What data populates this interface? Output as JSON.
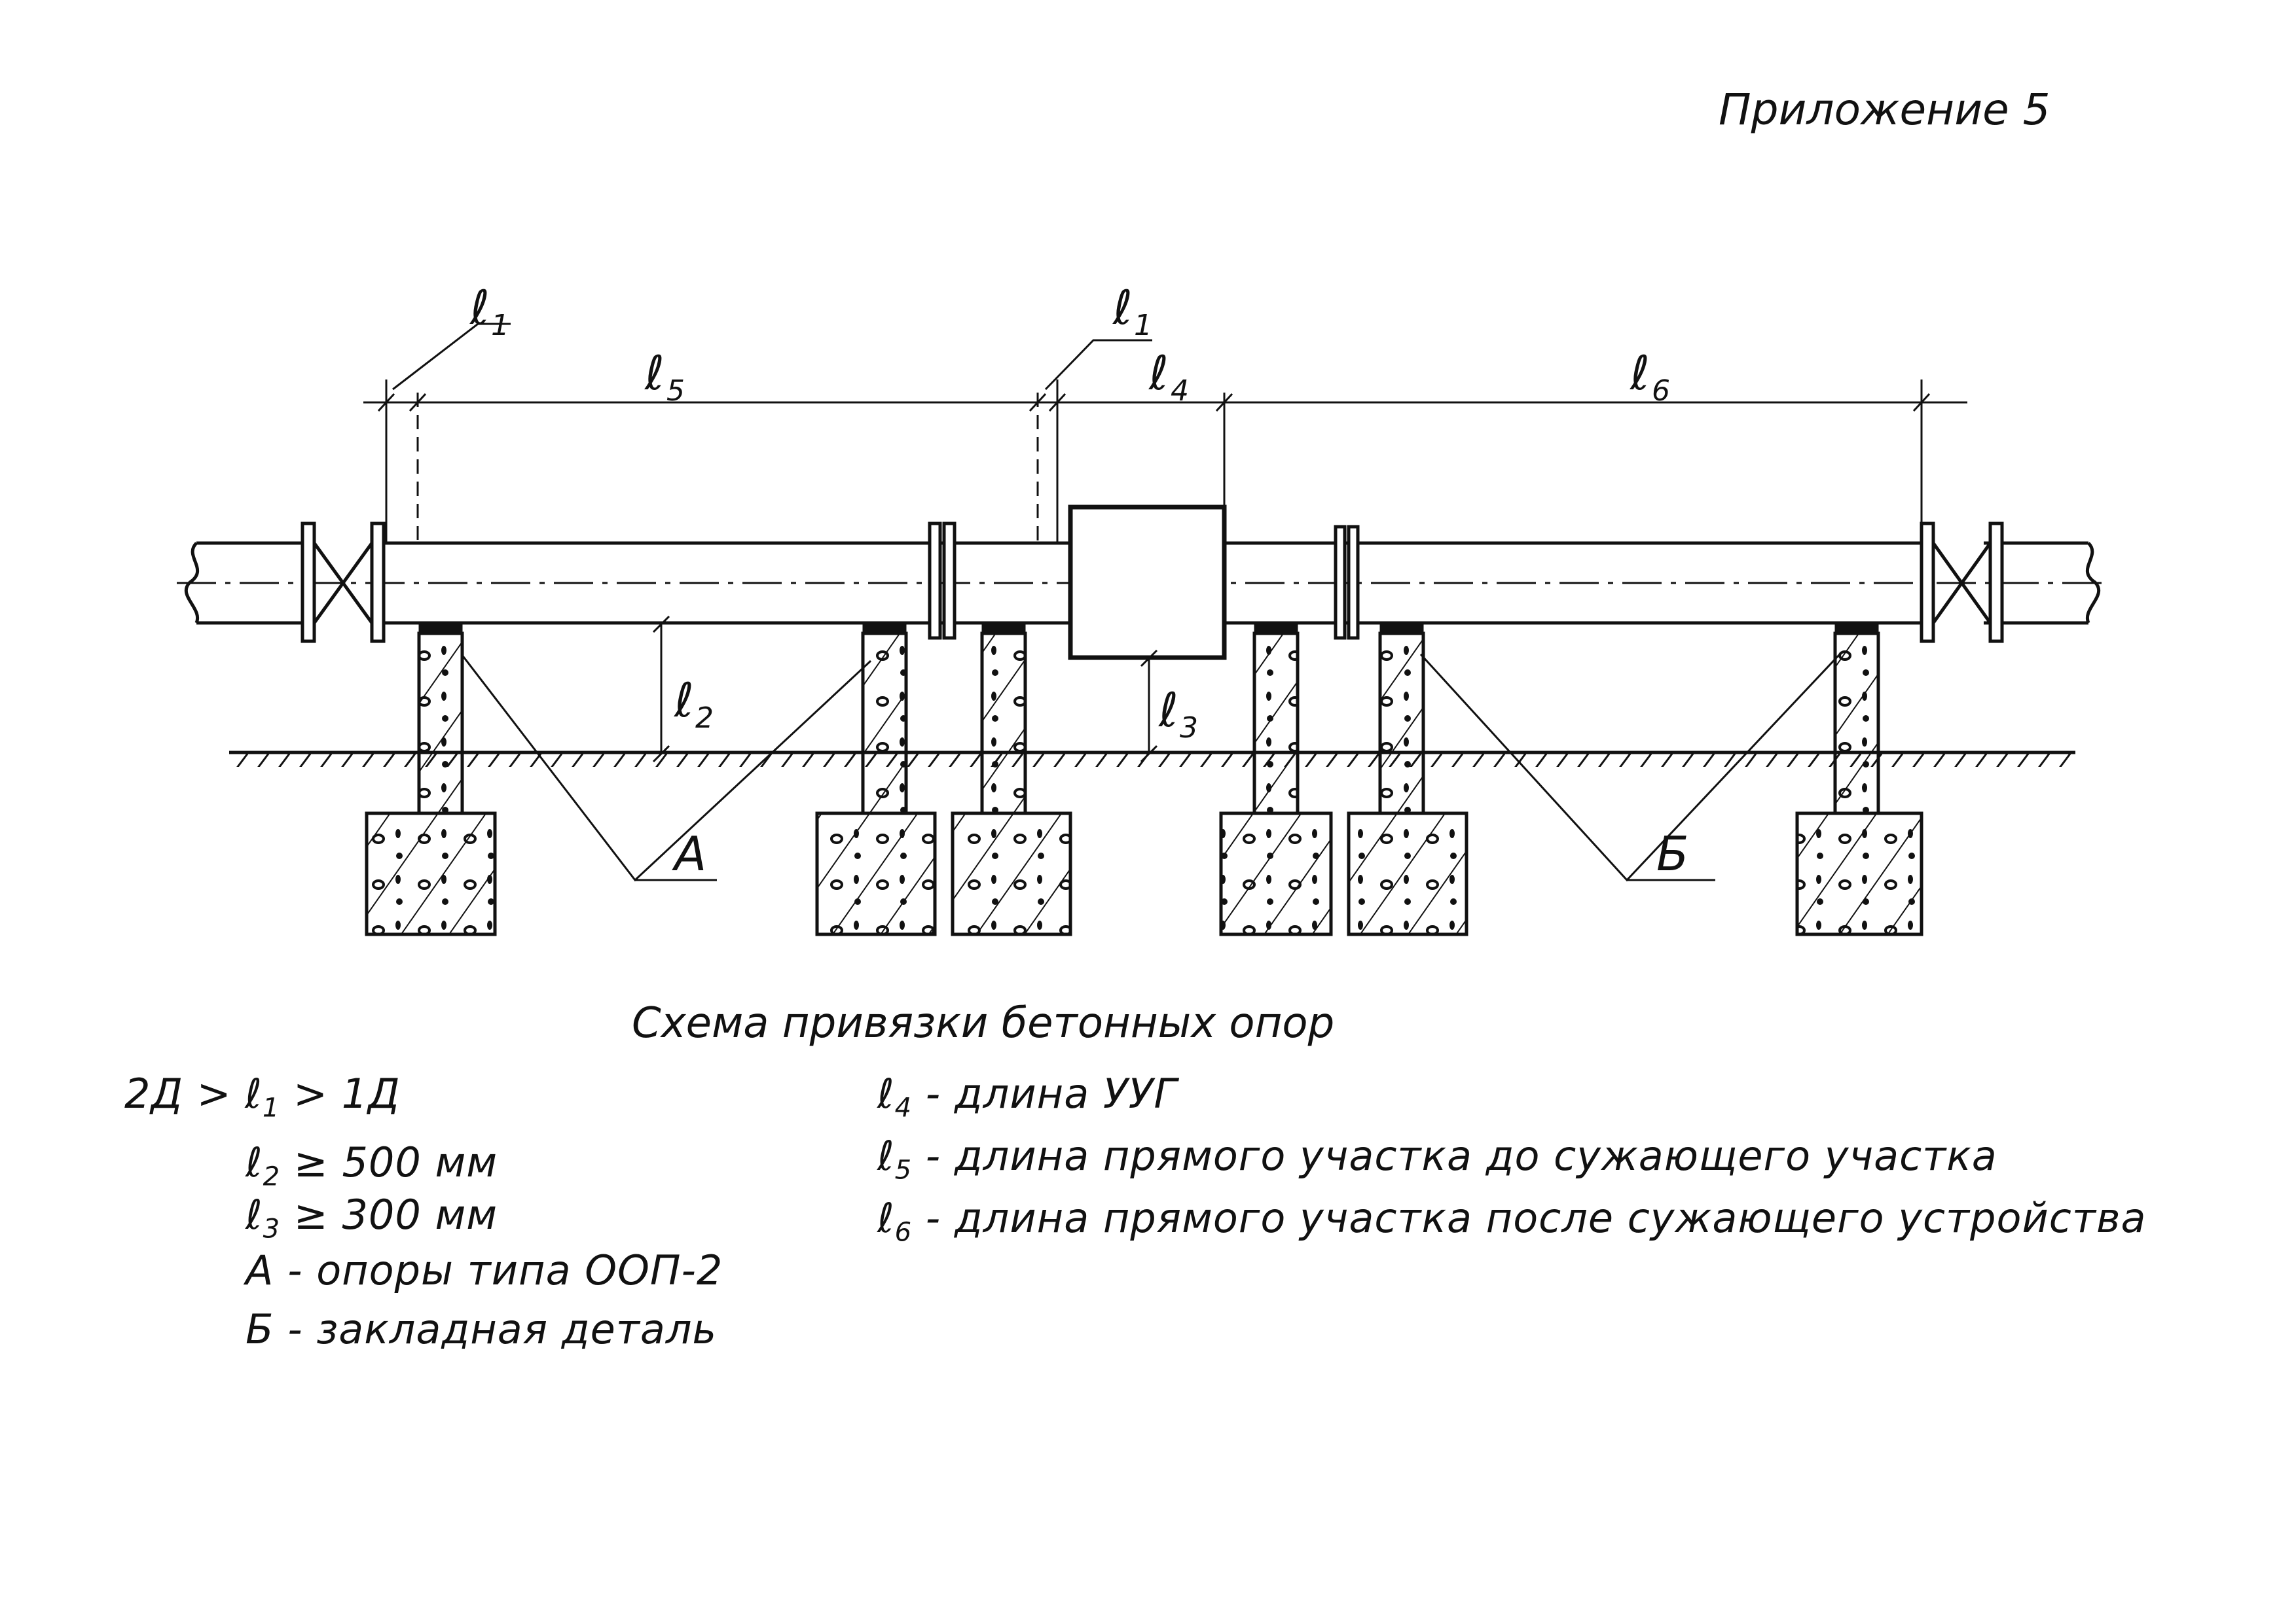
{
  "header": {
    "appendix": "Приложение 5"
  },
  "diagram": {
    "caption": "Схема привязки бетонных опор",
    "dim_labels": {
      "l1_left": "1",
      "l1_right": "1",
      "l2": "2",
      "l3": "3",
      "l4": "4",
      "l5": "5",
      "l6": "6"
    },
    "dim_letter": "ℓ",
    "callouts": {
      "A": "А",
      "B": "Б"
    }
  },
  "legend_left": [
    {
      "sym": "ℓ",
      "sub": "2",
      "text": " ≥ 500 мм"
    },
    {
      "sym": "ℓ",
      "sub": "3",
      "text": " ≥ 300 мм"
    },
    {
      "sym": "",
      "sub": "",
      "text": "А - опоры типа ООП-2"
    },
    {
      "sym": "",
      "sub": "",
      "text": "Б - закладная деталь"
    }
  ],
  "legend_first": {
    "prefix": "2Д > ",
    "sym": "ℓ",
    "sub": "1",
    "suffix": " > 1Д"
  },
  "legend_right": [
    {
      "sym": "ℓ",
      "sub": "4",
      "text": " - длина УУГ"
    },
    {
      "sym": "ℓ",
      "sub": "5",
      "text": " - длина прямого участка до сужающего участка"
    },
    {
      "sym": "ℓ",
      "sub": "6",
      "text": " - длина прямого участка после сужающего устройства"
    }
  ]
}
